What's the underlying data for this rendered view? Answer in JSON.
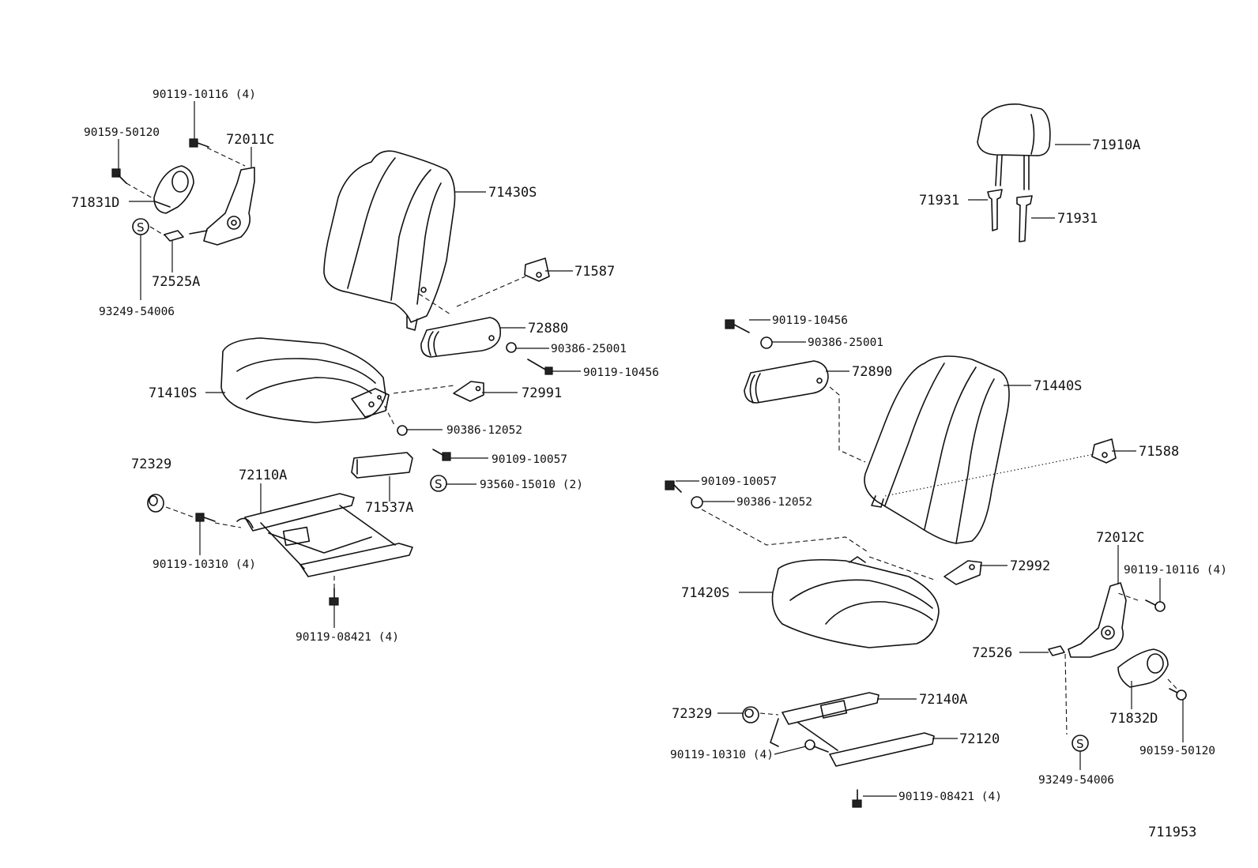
{
  "diagram": {
    "figure_number": "711953",
    "substitute_symbol": "S",
    "callouts": {
      "p90119_10116_left": "90119-10116 (4)",
      "p90159_50120_left": "90159-50120",
      "p72011C": "72011C",
      "p71831D": "71831D",
      "p93249_54006_left": "93249-54006",
      "p72525A": "72525A",
      "p71430S": "71430S",
      "p71587": "71587",
      "p72880": "72880",
      "p90386_25001_left": "90386-25001",
      "p90119_10456_left": "90119-10456",
      "p71410S": "71410S",
      "p72991": "72991",
      "p90386_12052_left": "90386-12052",
      "p90109_10057_left": "90109-10057",
      "p93560_15010": "93560-15010 (2)",
      "p71537A": "71537A",
      "p72329_left": "72329",
      "p72110A": "72110A",
      "p90119_10310_left": "90119-10310 (4)",
      "p90119_08421_left": "90119-08421 (4)",
      "p71910A": "71910A",
      "p71931_a": "71931",
      "p71931_b": "71931",
      "p90119_10456_right": "90119-10456",
      "p90386_25001_right": "90386-25001",
      "p72890": "72890",
      "p71440S": "71440S",
      "p71588": "71588",
      "p90109_10057_right": "90109-10057",
      "p90386_12052_right": "90386-12052",
      "p72992": "72992",
      "p71420S": "71420S",
      "p72012C": "72012C",
      "p90119_10116_right": "90119-10116 (4)",
      "p72526": "72526",
      "p71832D": "71832D",
      "p93249_54006_right": "93249-54006",
      "p90159_50120_right": "90159-50120",
      "p72329_right": "72329",
      "p72140A": "72140A",
      "p72120": "72120",
      "p90119_10310_right": "90119-10310 (4)",
      "p90119_08421_right": "90119-08421 (4)"
    }
  }
}
